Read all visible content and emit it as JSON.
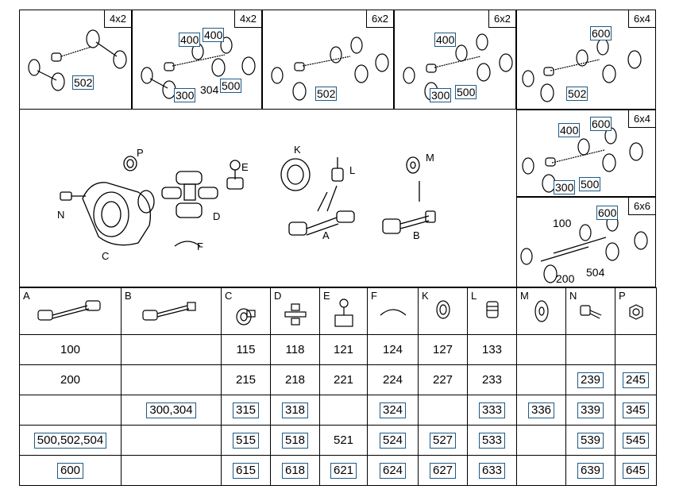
{
  "configs": [
    {
      "tag": "4x2",
      "callouts": [
        "502"
      ]
    },
    {
      "tag": "4x2",
      "callouts": [
        "400",
        "400",
        "300",
        "304",
        "500"
      ]
    },
    {
      "tag": "6x2",
      "callouts": [
        "502"
      ]
    },
    {
      "tag": "6x2",
      "callouts": [
        "400",
        "300",
        "500"
      ]
    },
    {
      "tag": "6x4",
      "callouts": [
        "600",
        "502"
      ]
    },
    {
      "tag": "6x4",
      "callouts": [
        "400",
        "600",
        "300",
        "500"
      ]
    },
    {
      "tag": "6x6",
      "callouts": [
        "100",
        "600",
        "200",
        "504"
      ]
    }
  ],
  "exploded_labels": [
    "P",
    "E",
    "K",
    "L",
    "M",
    "N",
    "C",
    "D",
    "F",
    "A",
    "B"
  ],
  "table": {
    "headers": [
      "A",
      "B",
      "C",
      "D",
      "E",
      "F",
      "K",
      "L",
      "M",
      "N",
      "P"
    ],
    "rows": [
      [
        "100",
        "",
        "115",
        "118",
        "121",
        "124",
        "127",
        "133",
        "",
        "",
        ""
      ],
      [
        "200",
        "",
        "215",
        "218",
        "221",
        "224",
        "227",
        "233",
        "",
        "239",
        "245"
      ],
      [
        "",
        "300,304",
        "315",
        "318",
        "",
        "324",
        "",
        "333",
        "336",
        "339",
        "345"
      ],
      [
        "500,502,504",
        "",
        "515",
        "518",
        "521",
        "524",
        "527",
        "533",
        "",
        "539",
        "545"
      ],
      [
        "600",
        "",
        "615",
        "618",
        "621",
        "624",
        "627",
        "633",
        "",
        "639",
        "645"
      ]
    ]
  },
  "colors": {
    "callout_border": "#1d5a86"
  }
}
